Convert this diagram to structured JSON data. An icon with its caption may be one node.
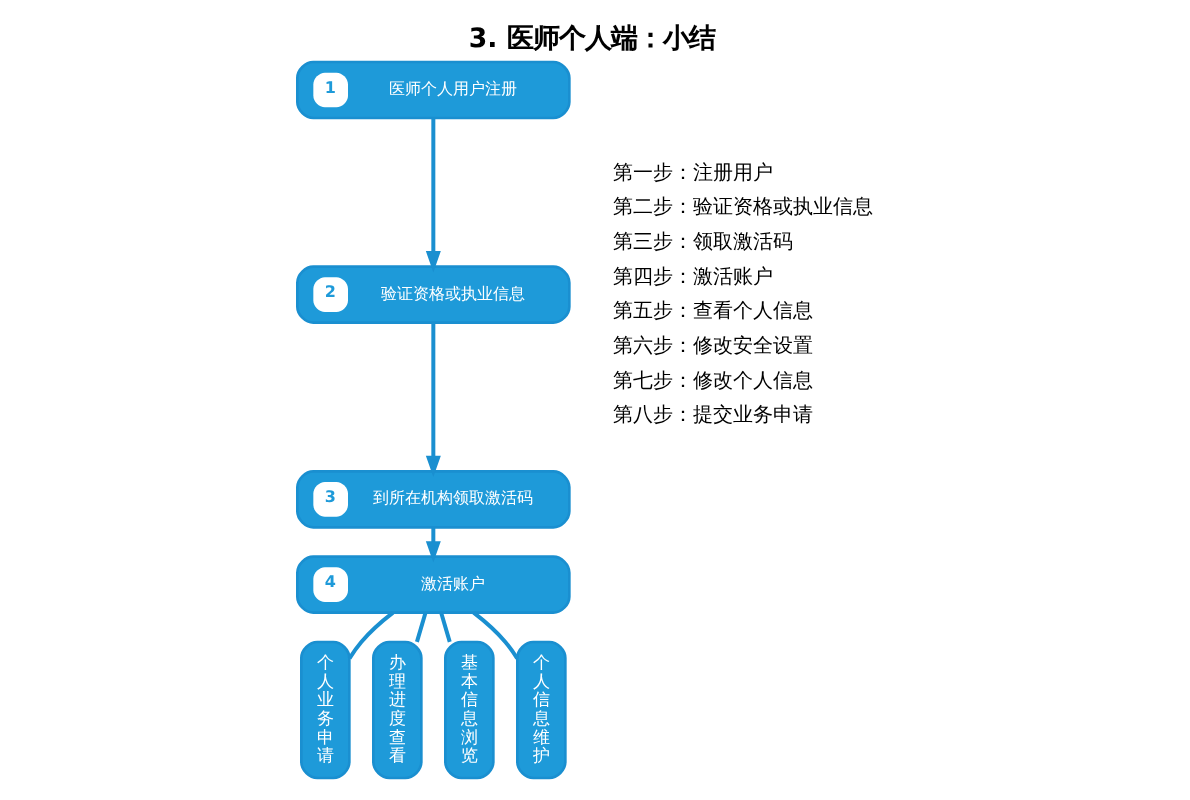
{
  "diagram": {
    "title": "3. 医师个人端：小结",
    "nodes": [
      {
        "text": [
          "1",
          "医师个人用户注册"
        ]
      },
      {
        "text": [
          "2",
          "验证资格或执业信息"
        ]
      },
      {
        "text": [
          "3",
          "到所在机构领取激活码"
        ]
      },
      {
        "text": [
          "4",
          "激活账户"
        ]
      },
      {
        "text": [
          "个人业务申请"
        ]
      },
      {
        "text": [
          "办理进度查看"
        ]
      },
      {
        "text": [
          "基本信息浏览"
        ]
      },
      {
        "text": [
          "个人信息维护"
        ]
      }
    ],
    "edges": [
      {
        "from": 0,
        "to": 1,
        "arrow": "to"
      },
      {
        "from": 1,
        "to": 2,
        "arrow": "to"
      },
      {
        "from": 2,
        "to": 3,
        "arrow": "to"
      },
      {
        "from": 3,
        "to": 4,
        "arrow": "none"
      },
      {
        "from": 3,
        "to": 5,
        "arrow": "none"
      },
      {
        "from": 3,
        "to": 6,
        "arrow": "none"
      },
      {
        "from": 3,
        "to": 7,
        "arrow": "none"
      }
    ],
    "labels": [
      "第一步：注册用户",
      "第二步：验证资格或执业信息",
      "第三步：领取激活码",
      "第四步：激活账户",
      "第五步：查看个人信息",
      "第六步：修改安全设置",
      "第七步：修改个人信息",
      "第八步：提交业务申请"
    ]
  }
}
